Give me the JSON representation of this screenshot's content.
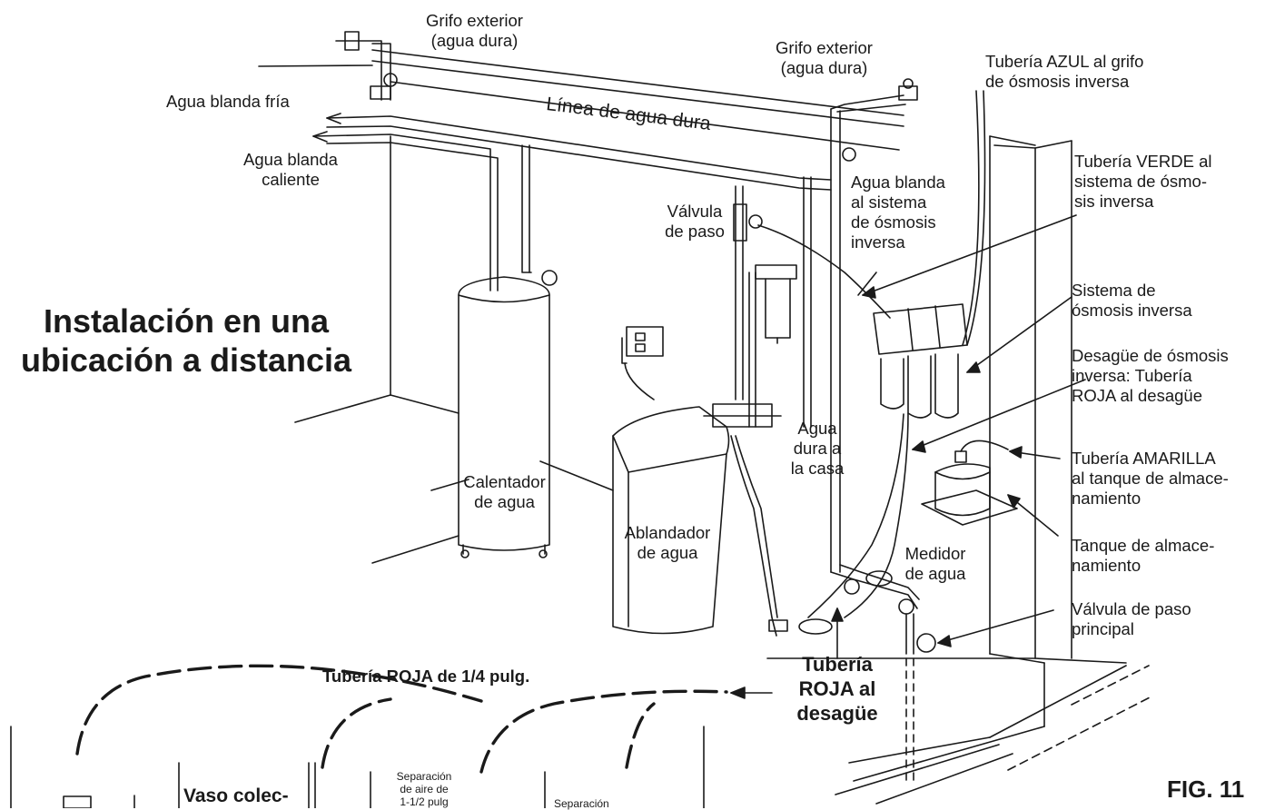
{
  "title": "Instalación en una\nubicación a distancia",
  "figure_label": "FIG. 11",
  "labels": {
    "outdoor_faucet_left": "Grifo exterior\n(agua dura)",
    "outdoor_faucet_right": "Grifo exterior\n(agua dura)",
    "blue_tube": "Tubería AZUL al grifo\nde ósmosis inversa",
    "soft_cold": "Agua blanda fría",
    "soft_hot": "Agua blanda\ncaliente",
    "hard_line": "Línea de agua dura",
    "green_tube": "Tubería VERDE al\nsistema de ósmo-\nsis inversa",
    "soft_to_ro": "Agua blanda\nal sistema\nde ósmosis\ninversa",
    "bypass_valve": "Válvula\nde paso",
    "ro_system": "Sistema de\nósmosis inversa",
    "ro_drain": "Desagüe de ósmosis\ninversa: Tubería\nROJA al desagüe",
    "hard_to_house": "Agua\ndura a\nla casa",
    "yellow_tube": "Tubería AMARILLA\nal tanque de almace-\nnamiento",
    "storage_tank": "Tanque de almace-\nnamiento",
    "water_heater": "Calentador\nde agua",
    "softener": "Ablandador\nde agua",
    "water_meter": "Medidor\nde agua",
    "main_valve": "Válvula de paso\nprincipal",
    "red_tube_quarter": "Tubería ROJA de 1/4 pulg.",
    "red_tube_drain": "Tubería\nROJA al\ndesagüe",
    "catch_cup": "Vaso colec-",
    "air_gap": "Separación\nde aire de\n1-1/2 pulg",
    "air_gap_2": "Separación"
  }
}
